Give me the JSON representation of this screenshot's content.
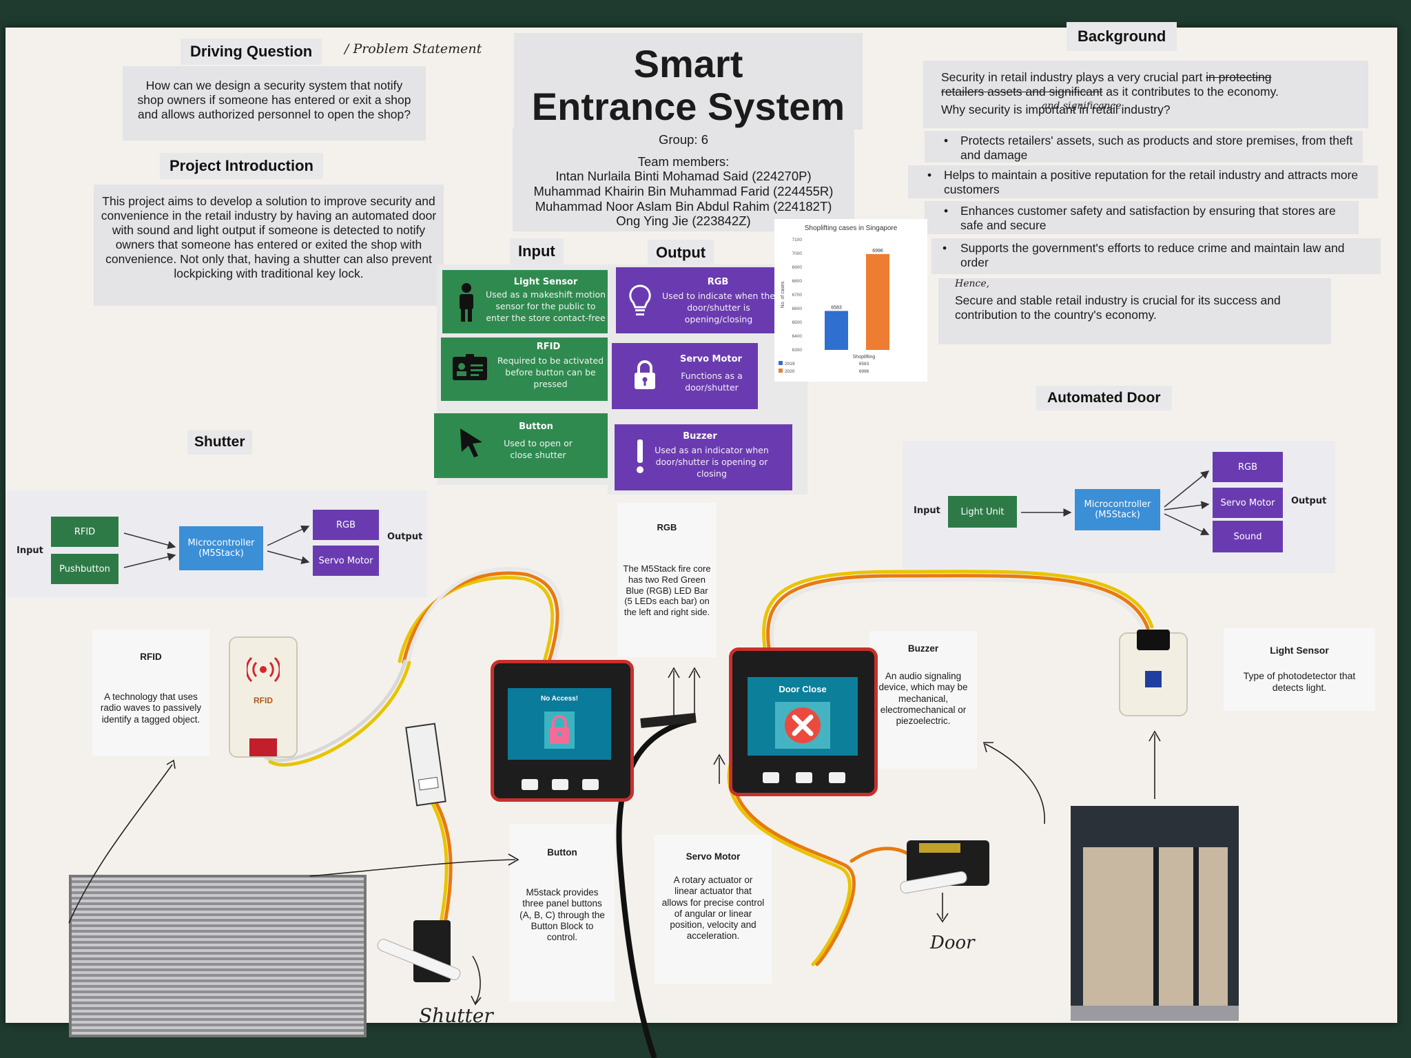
{
  "title": {
    "line1": "Smart",
    "line2": "Entrance System"
  },
  "group": "Group: 6",
  "team": {
    "heading": "Team members:",
    "members": [
      "Intan Nurlaila Binti Mohamad Said (224270P)",
      "Muhammad Khairin Bin Muhammad Farid (224455R)",
      "Muhammad Noor Aslam Bin Abdul Rahim (224182T)",
      "Ong Ying Jie (223842Z)"
    ]
  },
  "driving": {
    "heading": "Driving Question",
    "handwritten": "/ Problem Statement",
    "text": "How can we design a security system that notify shop owners if someone has entered or exit a shop and allows authorized personnel to open the shop?"
  },
  "intro": {
    "heading": "Project Introduction",
    "text": "This project aims to develop a solution to improve security and convenience in the retail industry by having an automated door with sound and light output if someone is detected to notify owners that someone has entered or exited the shop with convenience. Not only that, having a shutter can also prevent lockpicking with traditional key lock."
  },
  "background": {
    "heading": "Background",
    "intro_before_strike": "Security in retail industry plays a very crucial part ",
    "intro_strike1": "in protecting",
    "intro_strike2": "retailers assets and significant",
    "intro_after": " as it contributes to the economy.",
    "insert_handwritten": "and significance",
    "question": "Why security is important in retail industry?",
    "bullets": [
      "Protects retailers' assets, such as products and store premises, from theft and damage",
      "Helps to maintain a positive reputation for the retail industry and attracts more customers",
      "Enhances customer safety and satisfaction by ensuring that stores are safe and secure",
      "Supports the government's efforts to reduce crime and maintain law and order"
    ],
    "hence": "Hence,",
    "conclusion": "Secure and stable retail industry is crucial for its success and contribution to the country's economy."
  },
  "io": {
    "input_heading": "Input",
    "output_heading": "Output",
    "inputs": [
      {
        "icon": "person-icon",
        "title": "Light Sensor",
        "desc": "Used as a makeshift motion sensor for the public to enter the store contact-free"
      },
      {
        "icon": "id-card-icon",
        "title": "RFID",
        "desc": "Required to be activated before button can be pressed"
      },
      {
        "icon": "cursor-icon",
        "title": "Button",
        "desc": "Used to open or close shutter"
      }
    ],
    "outputs": [
      {
        "icon": "lightbulb-icon",
        "title": "RGB",
        "desc": "Used to indicate when the door/shutter is opening/closing"
      },
      {
        "icon": "lock-icon",
        "title": "Servo Motor",
        "desc": "Functions as a door/shutter"
      },
      {
        "icon": "exclamation-icon",
        "title": "Buzzer",
        "desc": "Used as an indicator when door/shutter is opening or closing"
      }
    ]
  },
  "chart_data": {
    "type": "bar",
    "title": "Shoplifting cases in Singapore",
    "categories": [
      "Shoplifting"
    ],
    "series": [
      {
        "name": "2019",
        "values": [
          6583
        ],
        "color": "#2f6fd0"
      },
      {
        "name": "2020",
        "values": [
          6996
        ],
        "color": "#ed7d31"
      }
    ],
    "ylabel": "No. of cases",
    "ylim": [
      6300,
      7100
    ],
    "yticks": [
      7100,
      7000,
      6900,
      6800,
      6700,
      6600,
      6500,
      6400,
      6300
    ],
    "data_labels": [
      "6583",
      "6996"
    ]
  },
  "shutter": {
    "heading": "Shutter",
    "diagram": {
      "input_label": "Input",
      "output_label": "Output",
      "inputs": [
        "RFID",
        "Pushbutton"
      ],
      "controller": "Microcontroller (M5Stack)",
      "outputs": [
        "RGB",
        "Servo Motor"
      ]
    }
  },
  "door": {
    "heading": "Automated Door",
    "diagram": {
      "input_label": "Input",
      "output_label": "Output",
      "inputs": [
        "Light Unit"
      ],
      "controller": "Microcontroller (M5Stack)",
      "outputs": [
        "RGB",
        "Servo Motor",
        "Sound"
      ]
    }
  },
  "cards": {
    "rgb": {
      "title": "RGB",
      "text": "The M5Stack fire core has two Red Green Blue (RGB) LED Bar (5 LEDs each bar) on the left and right side."
    },
    "rfid": {
      "title": "RFID",
      "text": "A technology that uses radio waves to passively identify a tagged object."
    },
    "button": {
      "title": "Button",
      "text": "M5stack provides three panel buttons (A, B, C) through the Button Block to control."
    },
    "servo": {
      "title": "Servo Motor",
      "text": "A rotary actuator or linear actuator that allows for precise control of angular or linear position, velocity and acceleration."
    },
    "buzzer": {
      "title": "Buzzer",
      "text": "An audio signaling device, which may be mechanical, electromechanical or piezoelectric."
    },
    "light": {
      "title": "Light Sensor",
      "text": "Type of photodetector that detects light."
    }
  },
  "devices": {
    "left_screen": "No Access!",
    "right_screen": "Door Close",
    "rfid_unit_label": "RFID"
  },
  "handwritten": {
    "shutter": "Shutter",
    "door": "Door"
  },
  "colors": {
    "green": "#2f8a4f",
    "purple": "#6a3bb0",
    "blue": "#3b8fd6",
    "device_red": "#c8302c"
  }
}
